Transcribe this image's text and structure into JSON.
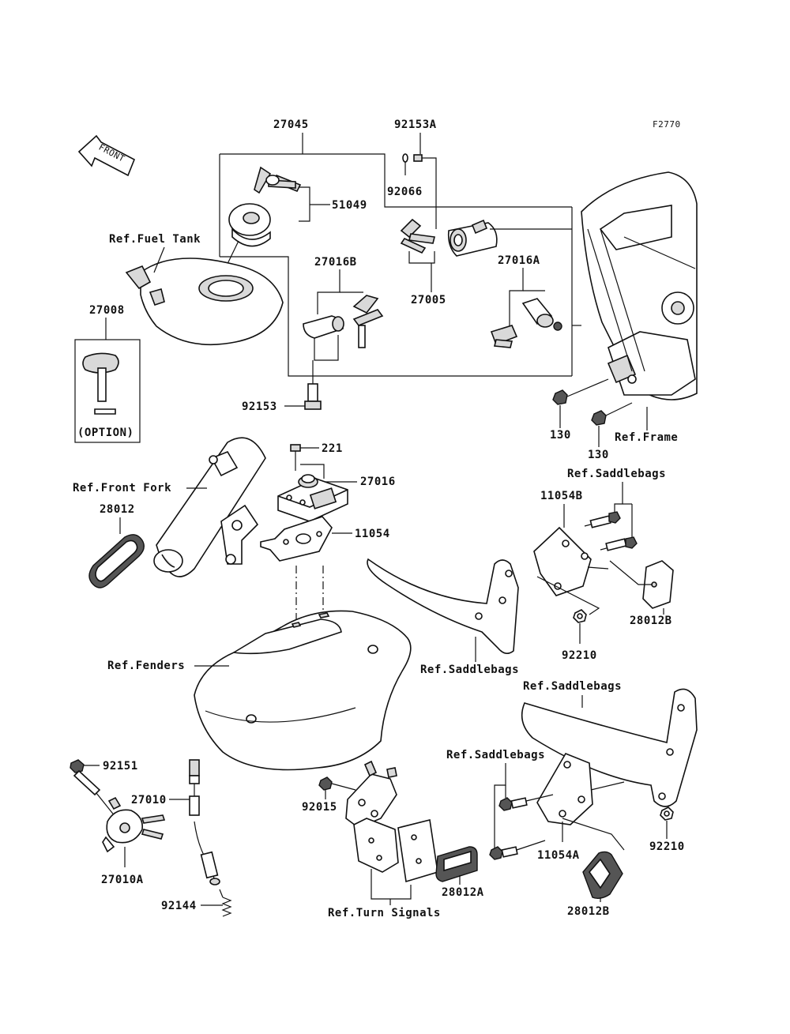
{
  "figure_code": "F2770",
  "front_arrow": "FRONT",
  "labels": {
    "p27045": "27045",
    "p92153A": "92153A",
    "p92066": "92066",
    "p51049": "51049",
    "ref_fuel_tank": "Ref.Fuel Tank",
    "p27016B": "27016B",
    "p27005": "27005",
    "p27016A": "27016A",
    "p27008": "27008",
    "option": "(OPTION)",
    "p92153": "92153",
    "p130_a": "130",
    "p130_b": "130",
    "ref_frame": "Ref.Frame",
    "p221": "221",
    "p27016": "27016",
    "ref_front_fork": "Ref.Front Fork",
    "p28012": "28012",
    "p11054": "11054",
    "ref_saddlebags_1": "Ref.Saddlebags",
    "p11054B": "11054B",
    "p28012B_1": "28012B",
    "p92210_1": "92210",
    "ref_saddlebags_2": "Ref.Saddlebags",
    "ref_fenders": "Ref.Fenders",
    "ref_saddlebags_3": "Ref.Saddlebags",
    "ref_saddlebags_4": "Ref.Saddlebags",
    "p92151": "92151",
    "p27010": "27010",
    "p92015": "92015",
    "p27010A": "27010A",
    "p92144": "92144",
    "ref_turn_signals": "Ref.Turn Signals",
    "p28012A": "28012A",
    "p11054A": "11054A",
    "p92210_2": "92210",
    "p28012B_2": "28012B"
  }
}
